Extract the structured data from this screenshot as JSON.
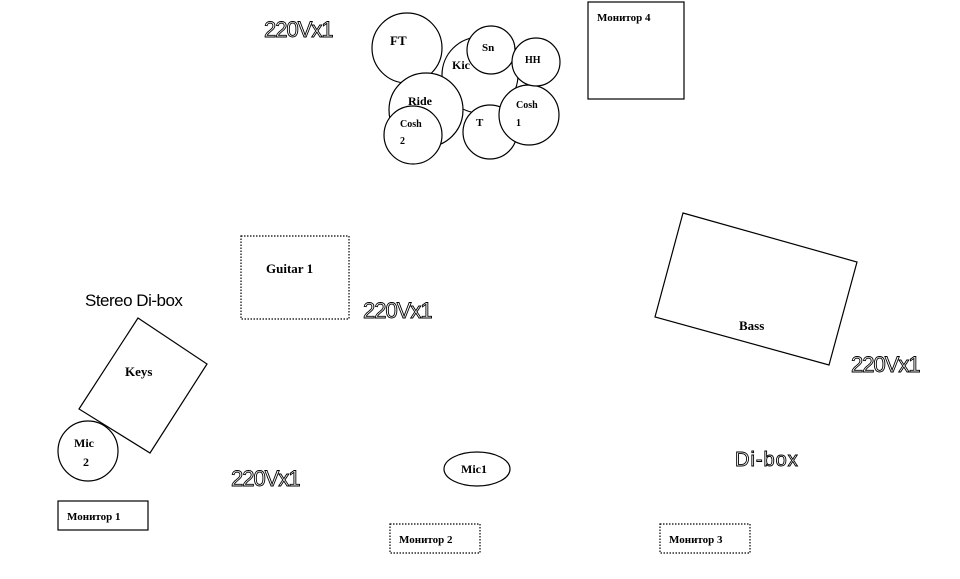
{
  "drums": {
    "floor_tom": "FT",
    "kick": "Kic",
    "snare": "Sn",
    "hihat": "HH",
    "ride": "Ride",
    "crash2_line1": "Cosh",
    "crash2_line2": "2",
    "tom": "T",
    "crash1_line1": "Cosh",
    "crash1_line2": "1"
  },
  "power_labels": {
    "top": "220Vx1",
    "guitar": "220Vx1",
    "bass": "220Vx1",
    "keys": "220Vx1"
  },
  "instruments": {
    "guitar": "Guitar 1",
    "bass": "Bass",
    "keys": "Keys",
    "stereo_dibox": "Stereo Di-box",
    "bass_dibox": "Di-box"
  },
  "mics": {
    "mic1": "Mic1",
    "mic2_line1": "Mic",
    "mic2_line2": "2"
  },
  "monitors": {
    "m1": "Монитор 1",
    "m2": "Монитор 2",
    "m3": "Монитор 3",
    "m4": "Монитор 4"
  }
}
